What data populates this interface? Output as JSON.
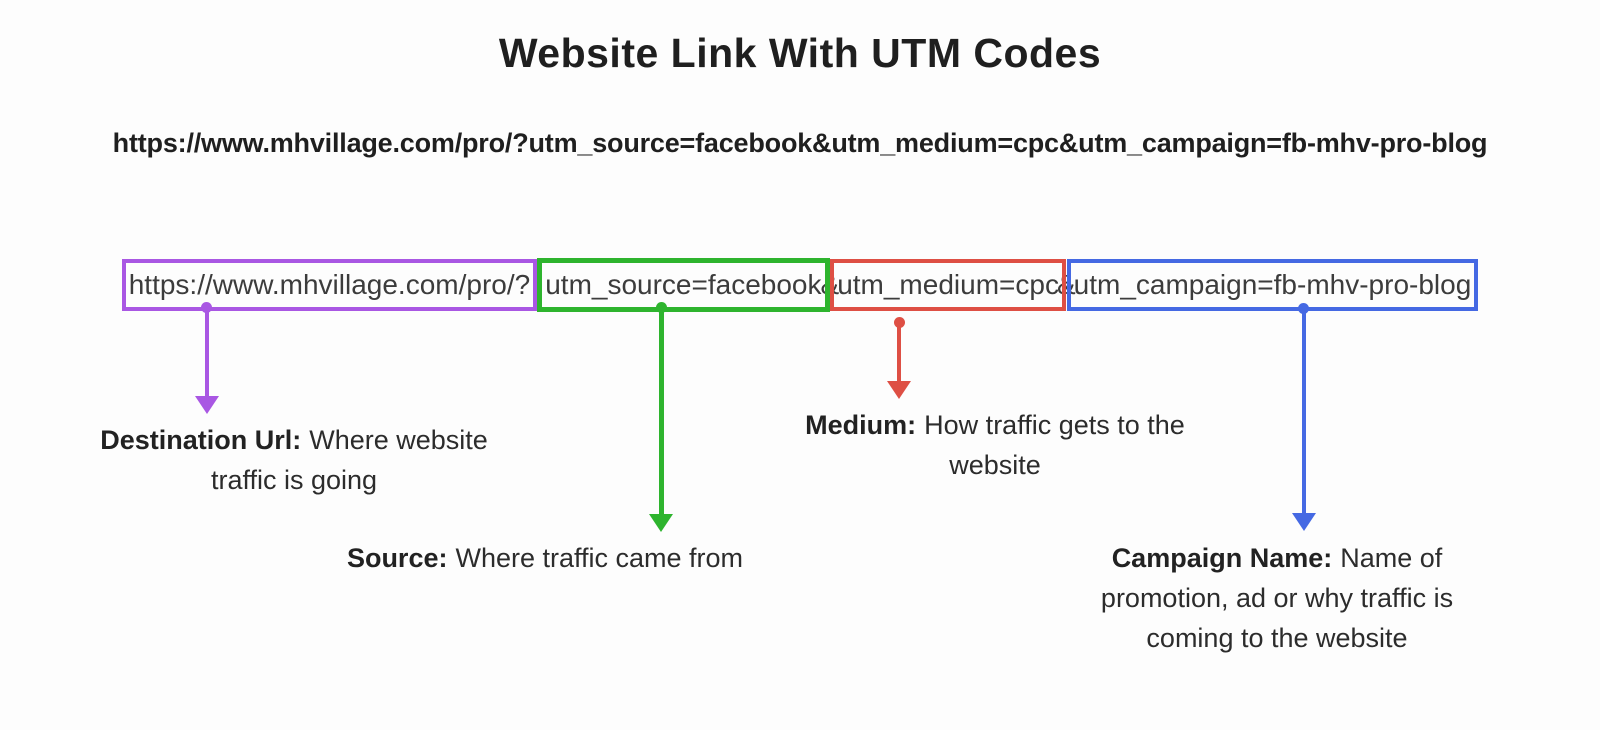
{
  "page": {
    "title": "Website Link With UTM Codes",
    "full_url": "https://www.mhvillage.com/pro/?utm_source=facebook&utm_medium=cpc&utm_campaign=fb-mhv-pro-blog"
  },
  "colors": {
    "destination": "#a957e3",
    "source": "#2eb42e",
    "medium": "#de4f44",
    "campaign": "#4569e3",
    "url_text": "#3c3c3c"
  },
  "segments": {
    "separator": "&",
    "destination": {
      "box_text": "https://www.mhvillage.com/pro/?",
      "label": "Destination Url:",
      "description": "Where website traffic is going"
    },
    "source": {
      "box_text": "utm_source=facebook",
      "label": "Source:",
      "description": "Where traffic came from"
    },
    "medium": {
      "box_text": "utm_medium=cpc",
      "label": "Medium:",
      "description": "How traffic gets to the website"
    },
    "campaign": {
      "box_text": "utm_campaign=fb-mhv-pro-blog",
      "label": "Campaign Name:",
      "description": "Name of promotion, ad or why traffic is coming to the website"
    }
  }
}
